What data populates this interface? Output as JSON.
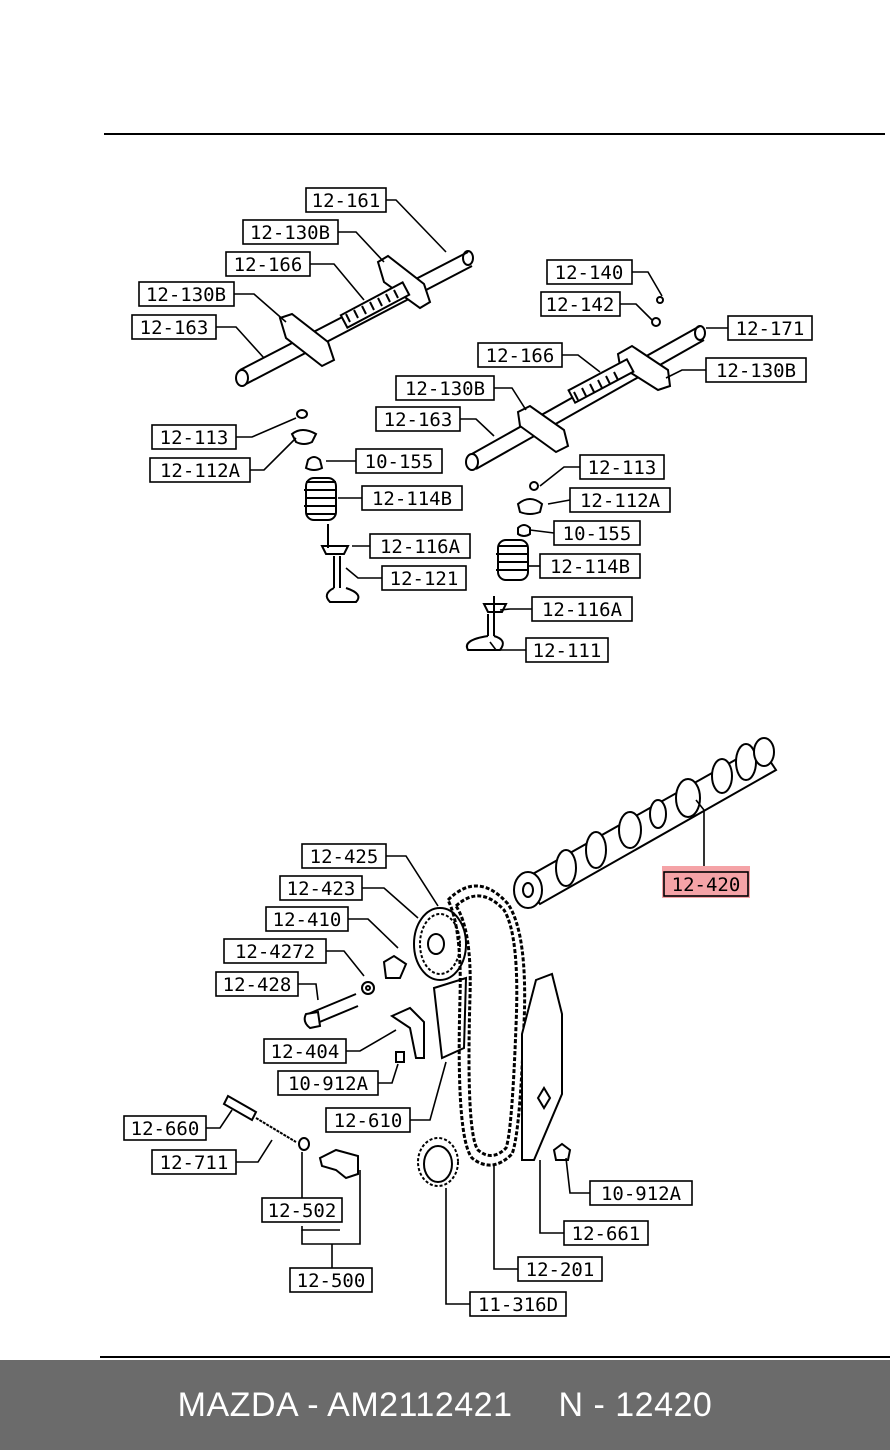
{
  "diagram": {
    "labels": {
      "l1": "12-161",
      "l2": "12-130B",
      "l3": "12-166",
      "l4": "12-130B",
      "l5": "12-163",
      "l6": "12-140",
      "l7": "12-142",
      "l8": "12-171",
      "l9": "12-166",
      "l10": "12-130B",
      "l11": "12-130B",
      "l12": "12-163",
      "l13": "12-113",
      "l14": "12-112A",
      "l15": "10-155",
      "l16": "12-114B",
      "l17": "12-116A",
      "l18": "12-121",
      "l19": "12-113",
      "l20": "12-112A",
      "l21": "10-155",
      "l22": "12-114B",
      "l23": "12-116A",
      "l24": "12-111",
      "l25": "12-420",
      "l26": "12-425",
      "l27": "12-423",
      "l28": "12-410",
      "l29": "12-4272",
      "l30": "12-428",
      "l31": "12-404",
      "l32": "10-912A",
      "l33": "12-610",
      "l34": "12-660",
      "l35": "12-711",
      "l36": "12-502",
      "l37": "12-500",
      "l38": "10-912A",
      "l39": "12-661",
      "l40": "12-201",
      "l41": "11-316D"
    },
    "highlight_color": "#e8323c"
  },
  "footer": {
    "left": "MAZDA - AM2112421",
    "right": "N - 12420"
  }
}
